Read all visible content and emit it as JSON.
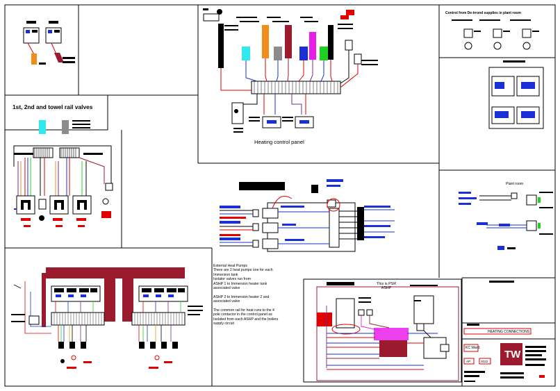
{
  "titles": {
    "towel_rail_valves": "1st, 2nd and towel rail valves",
    "heating_control_panel": "Heating control panel",
    "plant_room": "Plant room",
    "ashp_note_title": "This is PSR\nASHP",
    "plant_room_top": "Control from De-irrond supplies in plant room"
  },
  "notes": {
    "external_heat_pumps": "External Heat Pumps\nThere are 2 heat pumps one for each\nImmersion tank\nIsolator valves run from\nASHP 1 to Immersion heater tank\nassociated valve\n\nASHP 2 to Immersion heater 2 and\nassociated valve\n\nThe common rail for heat runs to the 4\npole contactor in the control panel as\nIsolated from each ASHP and the boilers\nsupply circuit"
  },
  "title_block": {
    "drawing_title": "HEATING CONNECTIONS",
    "client": "KC Ward",
    "drawn_by": "AP",
    "year": "2022",
    "logo": "TW"
  },
  "colors": {
    "line": "#000000",
    "red": "#e10000",
    "maroon": "#9b1a2e",
    "blue": "#1a2fd6",
    "cyan": "#2fe8f0",
    "orange": "#f28c1a",
    "magenta": "#e81ee8",
    "green": "#20d020",
    "grey": "#8c8c8c",
    "purple": "#7a2a8c"
  }
}
